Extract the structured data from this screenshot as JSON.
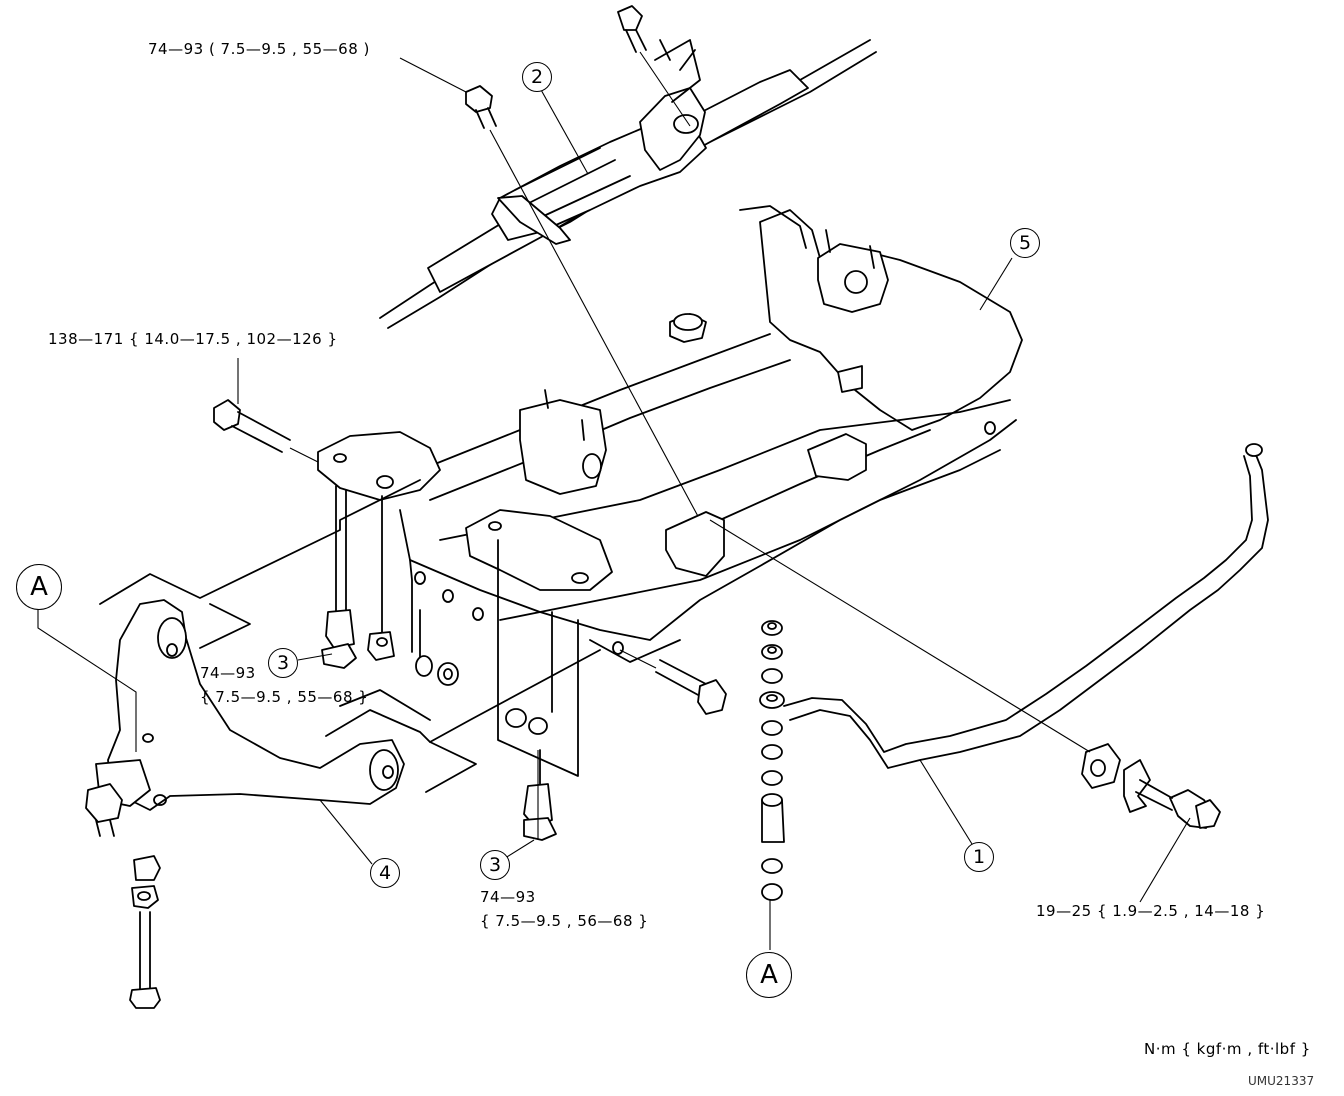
{
  "torque_labels": {
    "steering_gear_bolt": "74—93 ( 7.5—9.5 , 55—68 )",
    "crossmember_bolt": "138—171 { 14.0—17.5 , 102—126 }",
    "control_arm_bolt_line1": "74—93",
    "control_arm_bolt_line2": "{ 7.5—9.5 , 55—68 }",
    "lower_bolt_line1": "74—93",
    "lower_bolt_line2": "{ 7.5—9.5 , 56—68 }",
    "stabilizer_bracket_bolt": "19—25 { 1.9—2.5 , 14—18 }"
  },
  "callouts": {
    "item1": "1",
    "item2": "2",
    "item3a": "3",
    "item3b": "3",
    "item4": "4",
    "item5": "5",
    "ref_a_left": "A",
    "ref_a_bottom": "A"
  },
  "units_note": "N·m { kgf·m , ft·lbf }",
  "figure_code": "UMU21337",
  "parts": {
    "item1": "stabilizer-bar",
    "item2": "steering-gear",
    "item3": "crossmember-bolt",
    "item4": "lower-control-arm",
    "item5": "crossmember"
  }
}
